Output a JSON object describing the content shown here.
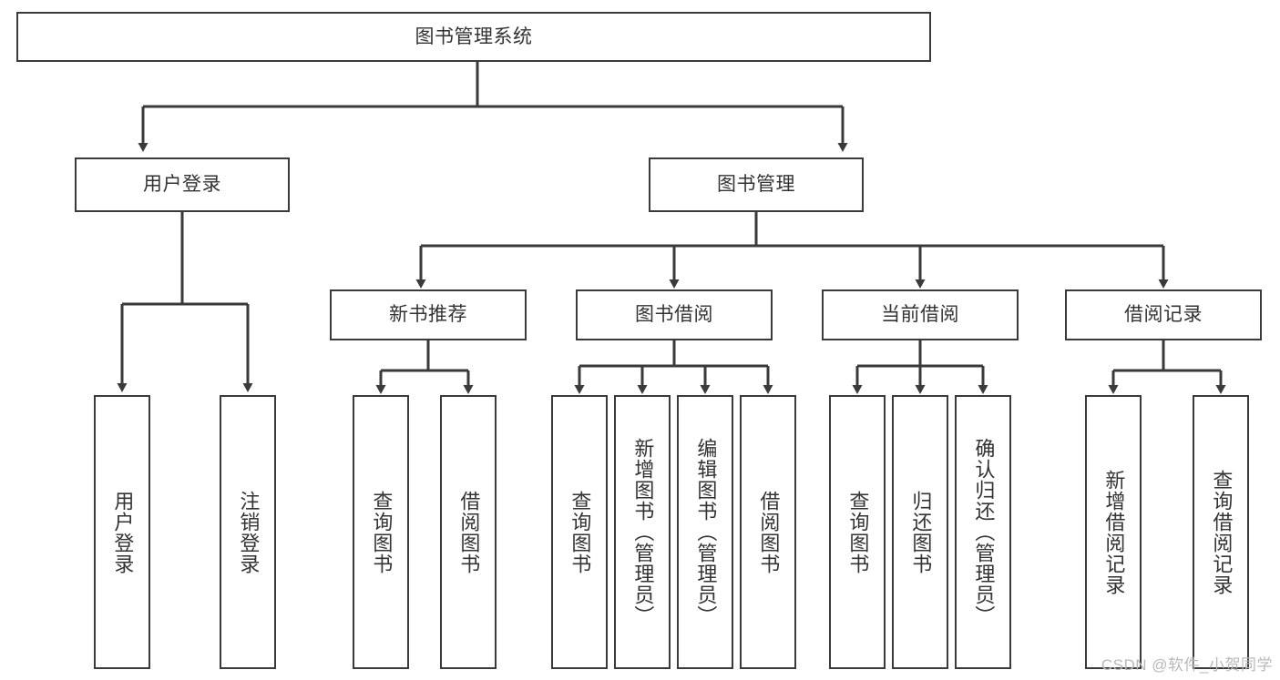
{
  "diagram": {
    "title": "图书管理系统",
    "type": "tree-hierarchy",
    "root": {
      "label": "图书管理系统"
    },
    "level2": [
      {
        "label": "用户登录"
      },
      {
        "label": "图书管理"
      }
    ],
    "level3": [
      {
        "label": "新书推荐"
      },
      {
        "label": "图书借阅"
      },
      {
        "label": "当前借阅"
      },
      {
        "label": "借阅记录"
      }
    ],
    "leaves": {
      "user_login": [
        {
          "label": "用户登录"
        },
        {
          "label": "注销登录"
        }
      ],
      "new_book_recommend": [
        {
          "label": "查询图书"
        },
        {
          "label": "借阅图书"
        }
      ],
      "book_borrow": [
        {
          "label": "查询图书"
        },
        {
          "label": "新增图书（管理员）"
        },
        {
          "label": "编辑图书（管理员）"
        },
        {
          "label": "借阅图书"
        }
      ],
      "current_borrow": [
        {
          "label": "查询图书"
        },
        {
          "label": "归还图书"
        },
        {
          "label": "确认归还（管理员）"
        }
      ],
      "borrow_record": [
        {
          "label": "新增借阅记录"
        },
        {
          "label": "查询借阅记录"
        }
      ]
    }
  },
  "watermark": {
    "text": "CSDN @软件_小贺同学"
  },
  "colors": {
    "stroke": "#3a3a3a",
    "text": "#333333",
    "background": "#ffffff",
    "watermark": "#b9b9b9"
  }
}
